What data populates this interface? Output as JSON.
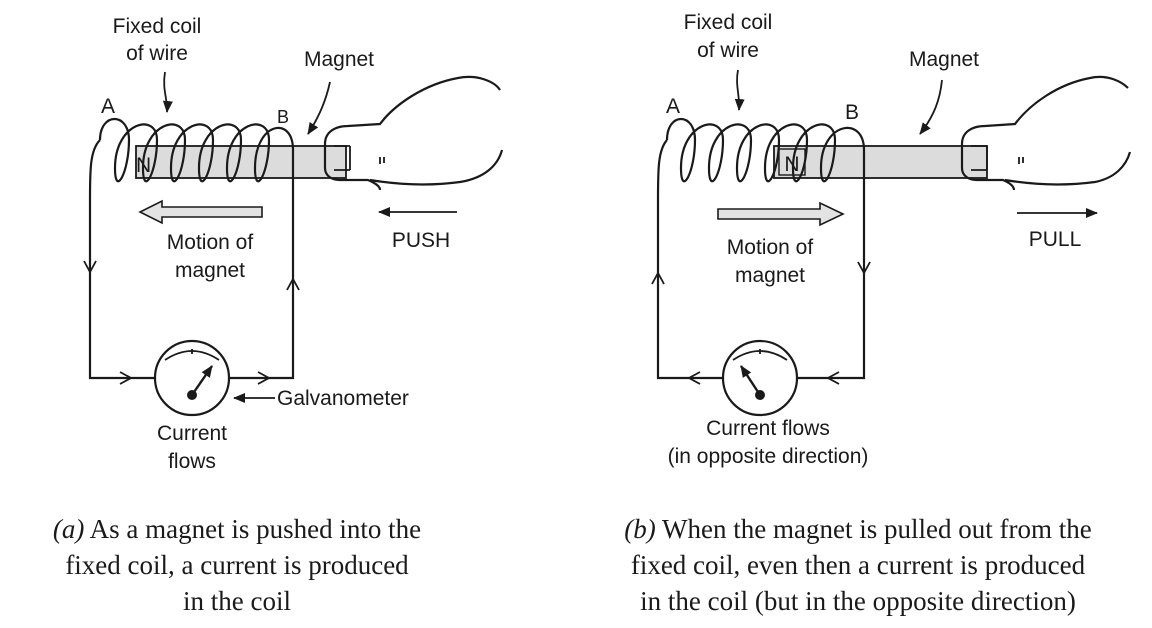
{
  "panel_a": {
    "coil_label": [
      "Fixed coil",
      "of wire"
    ],
    "magnet_label": "Magnet",
    "end_a": "A",
    "end_b": "B",
    "pole": "N",
    "motion_label": [
      "Motion of",
      "magnet"
    ],
    "action": "PUSH",
    "meter_label": "Galvanometer",
    "current_label": [
      "Current",
      "flows"
    ],
    "caption_prefix": "(a)",
    "caption_lines": [
      " As a magnet is pushed into the",
      "fixed coil, a current is produced",
      "in the coil"
    ]
  },
  "panel_b": {
    "coil_label": [
      "Fixed coil",
      "of wire"
    ],
    "magnet_label": "Magnet",
    "end_a": "A",
    "end_b": "B",
    "pole": "N",
    "motion_label": [
      "Motion of",
      "magnet"
    ],
    "action": "PULL",
    "current_label": [
      "Current flows",
      "(in opposite direction)"
    ],
    "caption_prefix": "(b)",
    "caption_lines": [
      " When the magnet is pulled out from the",
      "fixed coil, even then a current is produced",
      "in the coil (but in the opposite direction)"
    ]
  },
  "colors": {
    "ink": "#1a1a1a",
    "magnet_fill": "#dcdcdc",
    "arrow_fill": "#e3e3e3"
  }
}
